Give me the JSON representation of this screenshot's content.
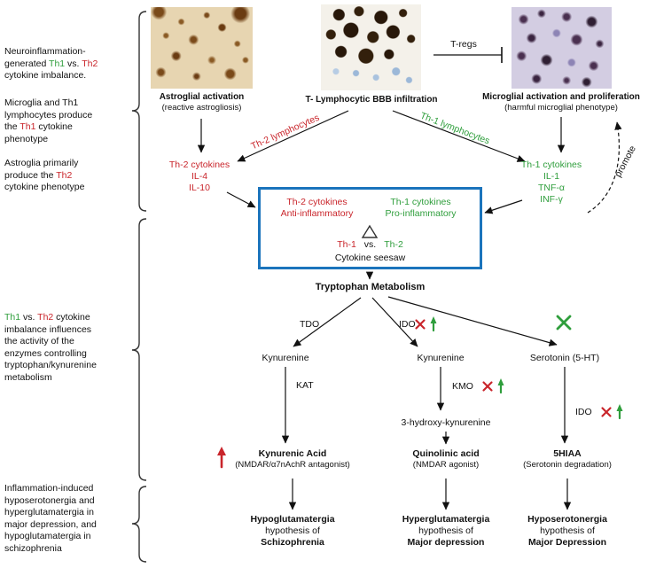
{
  "colors": {
    "red": "#c9252b",
    "green": "#2f9e3c",
    "boxblue": "#1b74bc"
  },
  "sidebar": {
    "b1": [
      "Neuroinflammation-generated ",
      "Th1",
      " vs. ",
      "Th2",
      " cytokine imbalance."
    ],
    "b2": [
      "Microglia and Th1 lymphocytes produce the ",
      "Th1",
      " cytokine phenotype"
    ],
    "b3": [
      "Astroglia primarily produce the ",
      "Th2",
      " cytokine phenotype"
    ],
    "b4": [
      "Th1",
      " vs. ",
      "Th2",
      " cytokine imbalance influences the activity of the enzymes controlling tryptophan/kynurenine metabolism"
    ],
    "b5": "Inflammation-induced hyposerotonergia and hyperglutamatergia in major depression, and hypoglutamatergia in schizophrenia"
  },
  "panels": {
    "p1": {
      "title": "Astroglial activation",
      "subtitle": "(reactive astrogliosis)"
    },
    "p2": {
      "title": "T- Lymphocytic BBB infiltration"
    },
    "p3": {
      "title": "Microglial activation and proliferation",
      "subtitle": "(harmful microglial phenotype)"
    },
    "tregs": "T-regs"
  },
  "flow": {
    "th2_lymphocytes": "Th-2 lymphocytes",
    "th1_lymphocytes": "Th-1 lymphocytes",
    "promote": "promote",
    "th2_block": {
      "l1": "Th-2 cytokines",
      "l2": "IL-4",
      "l3": "IL-10"
    },
    "th1_block": {
      "l1": "Th-1 cytokines",
      "l2": "IL-1",
      "l3": "TNF-α",
      "l4": "INF-γ"
    }
  },
  "seesaw": {
    "left1": "Th-2 cytokines",
    "left2": "Anti-inflammatory",
    "right1": "Th-1 cytokines",
    "right2": "Pro-inflammatory",
    "vs1": "Th-1",
    "vs2": "vs.",
    "vs3": "Th-2",
    "caption": "Cytokine seesaw"
  },
  "metabolism": {
    "root": "Tryptophan Metabolism",
    "tdo": "TDO",
    "ido": "IDO",
    "kat": "KAT",
    "kmo": "KMO",
    "ido2": "IDO",
    "kynurenine1": "Kynurenine",
    "kynurenine2": "Kynurenine",
    "serotonin": "Serotonin (5-HT)",
    "ohkynurenine": "3-hydroxy-kynurenine",
    "prod1": {
      "name": "Kynurenic Acid",
      "detail": "(NMDAR/α7nAchR antagonist)"
    },
    "prod2": {
      "name": "Quinolinic acid",
      "detail": "(NMDAR agonist)"
    },
    "prod3": {
      "name": "5HIAA",
      "detail": "(Serotonin degradation)"
    }
  },
  "outcomes": {
    "o1": {
      "a": "Hypoglutamatergia",
      "b": "hypothesis of",
      "c": "Schizophrenia"
    },
    "o2": {
      "a": "Hyperglutamatergia",
      "b": "hypothesis of",
      "c": "Major depression"
    },
    "o3": {
      "a": "Hyposerotonergia",
      "b": "hypothesis of",
      "c": "Major Depression"
    }
  }
}
